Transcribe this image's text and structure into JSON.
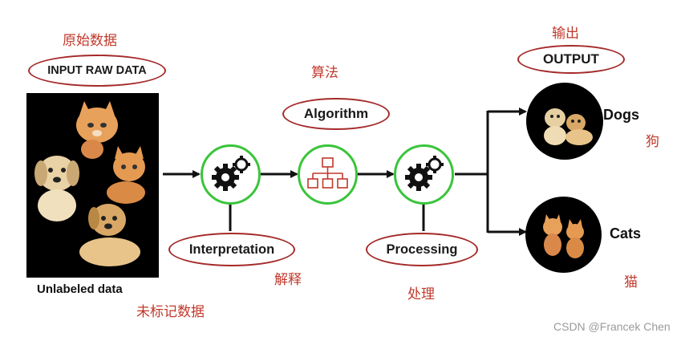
{
  "input": {
    "label_zh": "原始数据",
    "label_en": "INPUT RAW DATA",
    "caption_en": "Unlabeled data",
    "caption_zh": "未标记数据"
  },
  "algorithm": {
    "label_zh": "算法",
    "label_en": "Algorithm"
  },
  "interpretation": {
    "label_en": "Interpretation",
    "label_zh": "解释"
  },
  "processing": {
    "label_en": "Processing",
    "label_zh": "处理"
  },
  "output": {
    "label_zh": "输出",
    "label_en": "OUTPUT",
    "dogs_en": "Dogs",
    "dogs_zh": "狗",
    "cats_en": "Cats",
    "cats_zh": "猫"
  },
  "watermark": "CSDN @Francek Chen",
  "icons": {
    "stage1": "gears-icon",
    "stage2": "hierarchy-icon",
    "stage3": "gears-icon"
  },
  "colors": {
    "accent_red": "#a52a2a",
    "chinese_text": "#c0392b",
    "circle_border": "#3ac43a"
  }
}
